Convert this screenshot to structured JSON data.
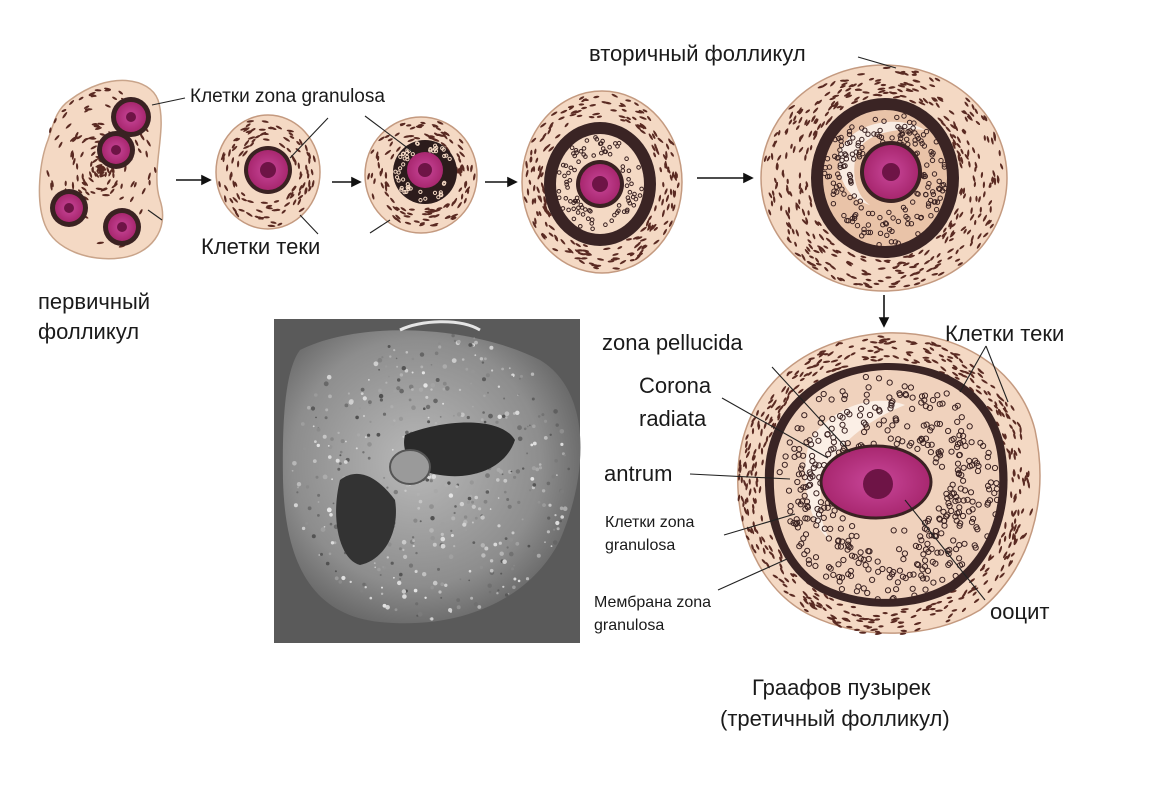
{
  "colors": {
    "background": "#ffffff",
    "tissue": "#f4d9c4",
    "theca_cell": "#5a2a22",
    "granulosa_cell": "#3a2222",
    "oocyte": "#b8317f",
    "oocyte_nucleus": "#6e1446",
    "sem_photo": "#8a8a8a"
  },
  "labels": {
    "primary_follicle_l1": "первичный",
    "primary_follicle_l2": "фолликул",
    "granulosa_top": "Клетки zona granulosa",
    "theca_top": "Клетки теки",
    "secondary_follicle": "вторичный фолликул",
    "theca_right": "Клетки теки",
    "zona_pellucida": "zona pellucida",
    "corona_l1": "Corona",
    "corona_l2": "radiata",
    "antrum": "antrum",
    "granulosa_bottom_l1": "Клетки zona",
    "granulosa_bottom_l2": "granulosa",
    "membrane_l1": "Мембрана zona",
    "membrane_l2": "granulosa",
    "oocyte": "ооцит",
    "graafian_l1": "Граафов пузырек",
    "graafian_l2": "(третичный фолликул)"
  }
}
